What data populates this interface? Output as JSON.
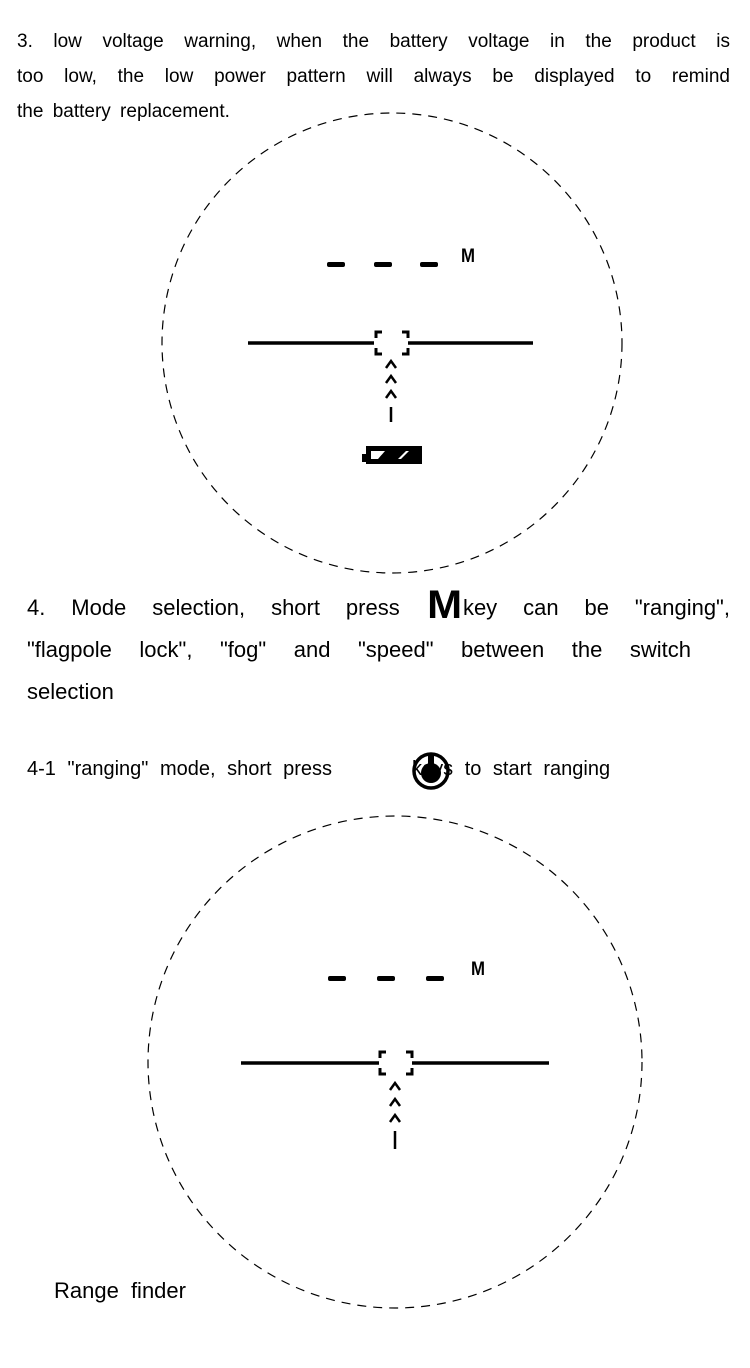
{
  "section3": {
    "lines": [
      "3. low voltage warning, when the battery voltage in the product is",
      "too low, the low power pattern will always be displayed to remind",
      "the battery replacement."
    ]
  },
  "section4": {
    "line1_before": "4. Mode selection, short press",
    "key_glyph": "M",
    "line1_after": "key can be \"ranging\",",
    "line2": "\"flagpole lock\", \"fog\" and \"speed\" between the switch",
    "line3": "selection"
  },
  "section4_1": {
    "text_before": "4-1 \"ranging\" mode, short press",
    "text_after": "keys to start ranging",
    "key_icon": "power-button-icon"
  },
  "display1": {
    "reading": "- - -",
    "unit": "M",
    "battery_state": "low",
    "battery_icon": "battery-low-icon"
  },
  "display2": {
    "reading": "- - -",
    "unit": "M"
  },
  "caption": "Range  finder"
}
